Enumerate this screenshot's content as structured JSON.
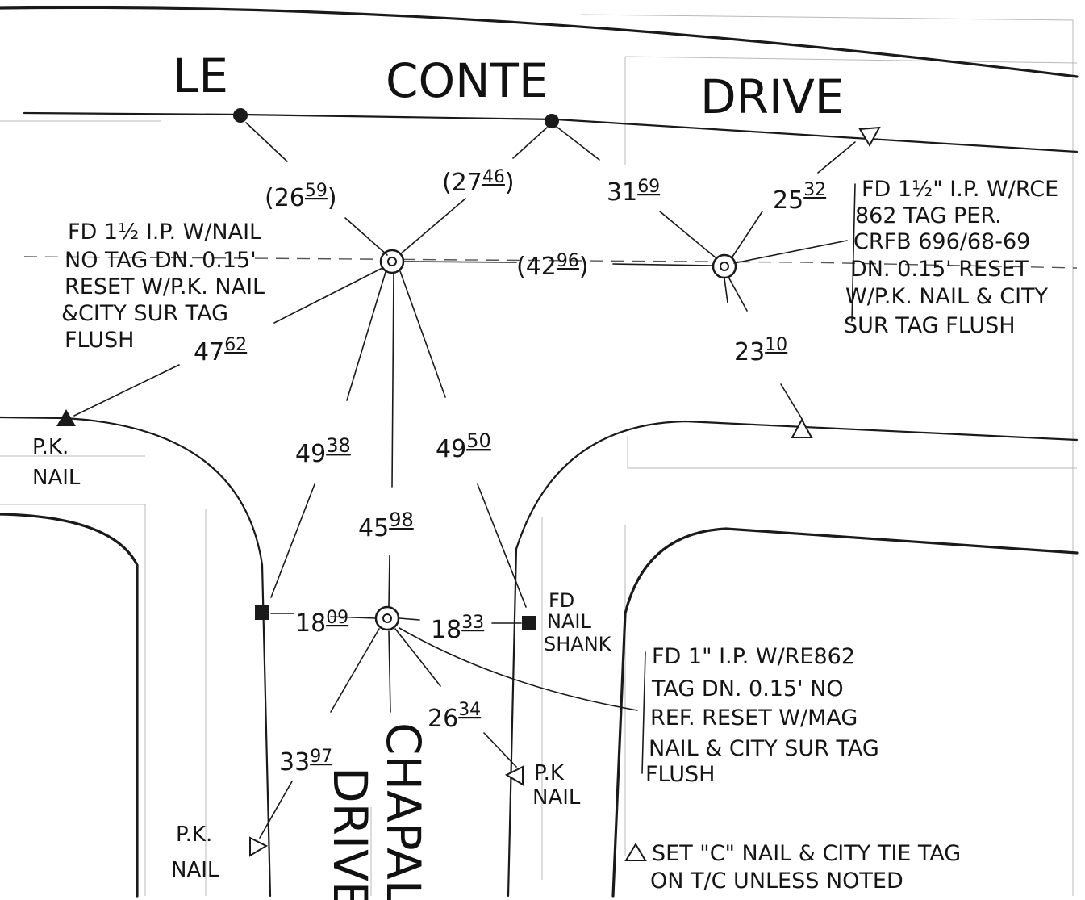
{
  "streets": {
    "le_conte_1": "LE",
    "le_conte_2": "CONTE",
    "le_conte_3": "DRIVE",
    "chapala_1": "CHAPALA",
    "chapala_2": "DRIVE"
  },
  "measurements": {
    "m2659": {
      "whole": "(26",
      "frac": "59",
      "close": ")"
    },
    "m2746": {
      "whole": "(27",
      "frac": "46",
      "close": ")"
    },
    "m3169": {
      "whole": "31",
      "frac": "69"
    },
    "m2532": {
      "whole": "25",
      "frac": "32"
    },
    "m4296": {
      "whole": "(42",
      "frac": "96",
      "close": ")"
    },
    "m4762": {
      "whole": "47",
      "frac": "62"
    },
    "m2310": {
      "whole": "23",
      "frac": "10"
    },
    "m4938": {
      "whole": "49",
      "frac": "38"
    },
    "m4950": {
      "whole": "49",
      "frac": "50"
    },
    "m4598": {
      "whole": "45",
      "frac": "98"
    },
    "m1809": {
      "whole": "18",
      "frac": "09"
    },
    "m1833": {
      "whole": "18",
      "frac": "33"
    },
    "m2634": {
      "whole": "26",
      "frac": "34"
    },
    "m3397": {
      "whole": "33",
      "frac": "97"
    }
  },
  "notes": {
    "left_monument": [
      "FD 1½ I.P. W/NAIL",
      "NO TAG DN. 0.15'",
      "RESET W/P.K. NAIL",
      "&CITY SUR TAG",
      "FLUSH"
    ],
    "right_monument": [
      "FD 1½\" I.P. W/RCE",
      "862 TAG PER.",
      "CRFB 696/68-69",
      "DN. 0.15' RESET",
      "W/P.K. NAIL & CITY",
      "SUR TAG FLUSH"
    ],
    "lower_monument": [
      "FD 1\" I.P. W/RE862",
      "TAG DN. 0.15' NO",
      "REF. RESET W/MAG",
      "NAIL & CITY SUR TAG",
      "FLUSH"
    ],
    "fd_nail_shank": [
      "FD",
      "NAIL",
      "SHANK"
    ],
    "pk_nail_left": [
      "P.K.",
      "NAIL"
    ],
    "pk_nail_bottom_left": [
      "P.K.",
      "NAIL"
    ],
    "pk_nail_bottom_mid": [
      "P.K",
      "NAIL"
    ],
    "legend": [
      "SET \"C\" NAIL & CITY TIE TAG",
      "ON T/C UNLESS NOTED"
    ]
  },
  "legend_symbol": "triangle-icon",
  "ink_color": "#151515"
}
